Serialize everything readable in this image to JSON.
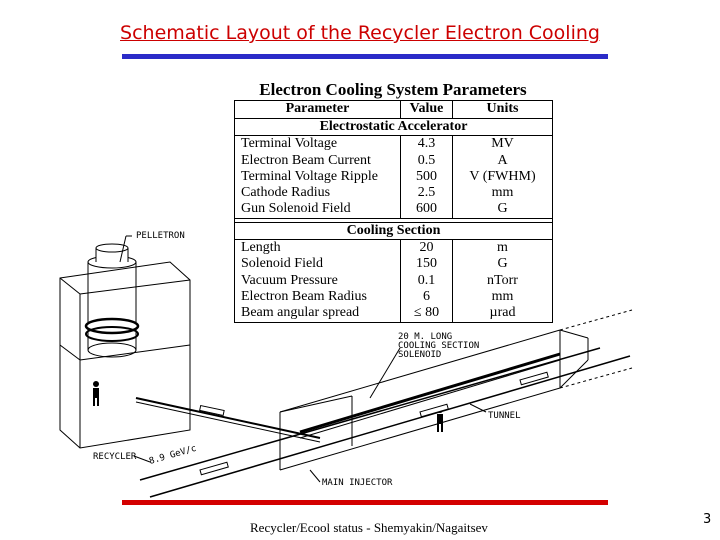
{
  "title": "Schematic Layout of the Recycler Electron Cooling",
  "params_table": {
    "title": "Electron Cooling System Parameters",
    "headers": [
      "Parameter",
      "Value",
      "Units"
    ],
    "sections": [
      {
        "name": "Electrostatic Accelerator",
        "rows": [
          {
            "parameter": "Terminal Voltage",
            "value": "4.3",
            "units": "MV"
          },
          {
            "parameter": "Electron Beam Current",
            "value": "0.5",
            "units": "A"
          },
          {
            "parameter": "Terminal Voltage Ripple",
            "value": "500",
            "units": "V (FWHM)"
          },
          {
            "parameter": "Cathode Radius",
            "value": "2.5",
            "units": "mm"
          },
          {
            "parameter": "Gun Solenoid Field",
            "value": "600",
            "units": "G"
          }
        ]
      },
      {
        "name": "Cooling Section",
        "rows": [
          {
            "parameter": "Length",
            "value": "20",
            "units": "m"
          },
          {
            "parameter": "Solenoid Field",
            "value": "150",
            "units": "G"
          },
          {
            "parameter": "Vacuum Pressure",
            "value": "0.1",
            "units": "nTorr"
          },
          {
            "parameter": "Electron Beam Radius",
            "value": "6",
            "units": "mm"
          },
          {
            "parameter": "Beam angular spread",
            "value": "≤ 80",
            "units": "µrad"
          }
        ]
      }
    ]
  },
  "labels": {
    "pelletron": "PELLETRON",
    "cooling_line1": "20 M. LONG",
    "cooling_line2": "COOLING SECTION",
    "cooling_line3": "SOLENOID",
    "tunnel": "TUNNEL",
    "recycler": "RECYCLER",
    "energy": "8.9 GeV/c",
    "main_injector": "MAIN INJECTOR"
  },
  "footer": "Recycler/Ecool status - Shemyakin/Nagaitsev",
  "page_number": "3",
  "colors": {
    "title": "#cc0000",
    "top_rule": "#2b2bc8",
    "bottom_rule": "#d40000"
  }
}
